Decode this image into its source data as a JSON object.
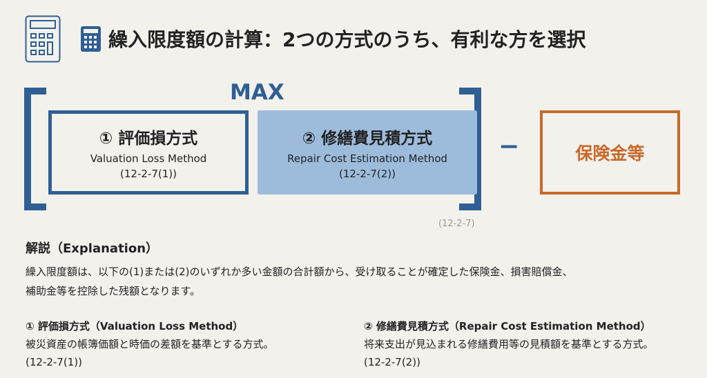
{
  "title": "繰入限度額の計算：2つの方式のうち、有利な方を選択",
  "max_label": "MAX",
  "boxes": [
    {
      "title": "① 評価損方式",
      "english": "Valuation Loss Method",
      "ref": "(12-2-7(1))"
    },
    {
      "title": "② 修繕費見積方式",
      "english": "Repair Cost Estimation Method",
      "ref": "(12-2-7(2))"
    }
  ],
  "minus": "−",
  "deduction": "保険金等",
  "formula_ref": "(12-2-7)",
  "explanation": {
    "heading": "解説（Explanation）",
    "line1": "繰入限度額は、以下の(1)または(2)のいずれか多い金額の合計額から、受け取ることが確定した保険金、損害賠償金、",
    "line2": "補助金等を控除した残額となります。",
    "items": [
      {
        "heading": "① 評価損方式（Valuation Loss Method）",
        "text": "被災資産の帳簿価額と時価の差額を基準とする方式。",
        "ref": "(12-2-7(1))"
      },
      {
        "heading": "② 修繕費見積方式（Repair Cost Estimation Method）",
        "text": "将来支出が見込まれる修繕費用等の見積額を基準とする方式。",
        "ref": "(12-2-7(2))"
      }
    ]
  },
  "colors": {
    "blue": "#2f5f94",
    "light_blue": "#9dbcdc",
    "orange": "#c8682a",
    "background": "#f2f1ec"
  }
}
